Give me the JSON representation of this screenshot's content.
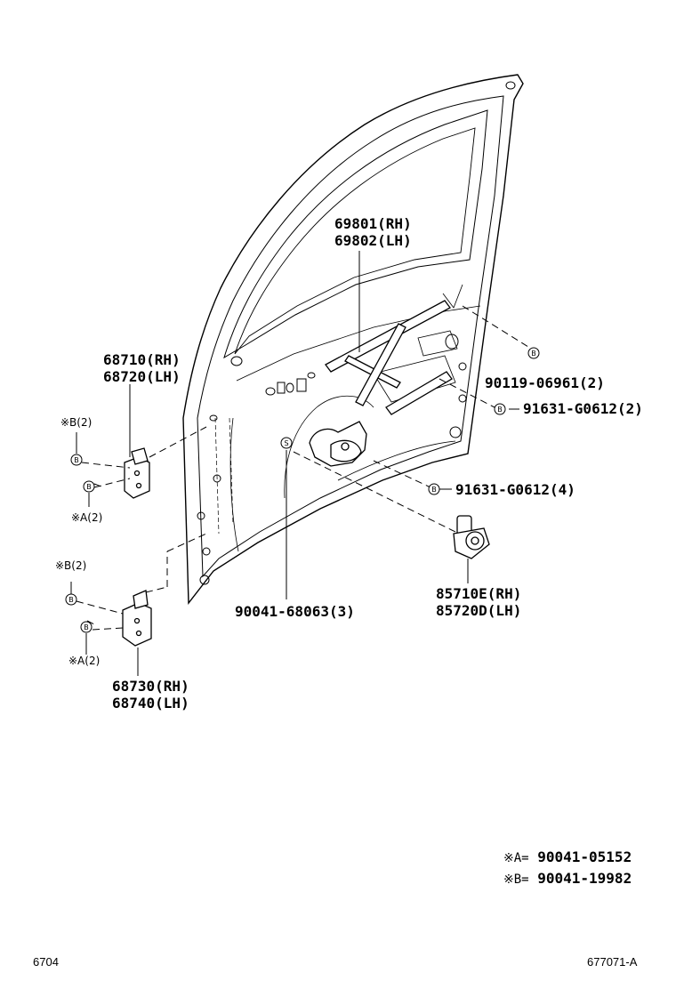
{
  "callouts": {
    "regulator": [
      "69801(RH)",
      "69802(LH)"
    ],
    "bolt_90119": "90119-06961(2)",
    "bolt_91631_a": "91631-G0612(2)",
    "bolt_91631_b": "91631-G0612(4)",
    "screw_90041": "90041-68063(3)",
    "motor": [
      "85710E(RH)",
      "85720D(LH)"
    ],
    "hinge_upper": [
      "68710(RH)",
      "68720(LH)"
    ],
    "hinge_lower": [
      "68730(RH)",
      "68740(LH)"
    ],
    "hinge_upper_b": "※B(2)",
    "hinge_upper_a": "※A(2)",
    "hinge_lower_b": "※B(2)",
    "hinge_lower_a": "※A(2)"
  },
  "symbols": {
    "bolt": "B",
    "screw": "S"
  },
  "legend": [
    {
      "key": "※A=",
      "part": "90041-05152"
    },
    {
      "key": "※B=",
      "part": "90041-19982"
    }
  ],
  "footer": {
    "left": "6704",
    "right": "677071-A"
  }
}
